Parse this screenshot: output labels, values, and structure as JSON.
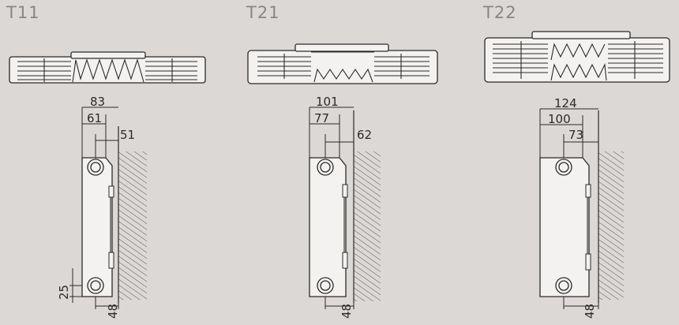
{
  "models": [
    {
      "label": "T11",
      "dims": {
        "overall": "83",
        "mid": "61",
        "wall": "51",
        "pipe_gap": "48",
        "bottom": "25"
      }
    },
    {
      "label": "T21",
      "dims": {
        "overall": "101",
        "mid": "77",
        "wall": "62",
        "pipe_gap": "48"
      }
    },
    {
      "label": "T22",
      "dims": {
        "overall": "124",
        "mid": "100",
        "wall": "73",
        "pipe_gap": "48"
      }
    }
  ],
  "colors": {
    "background": "#dcd8d5",
    "line": "#2a2a2a",
    "panel": "#f4f2f0",
    "label": "#8a8684"
  }
}
